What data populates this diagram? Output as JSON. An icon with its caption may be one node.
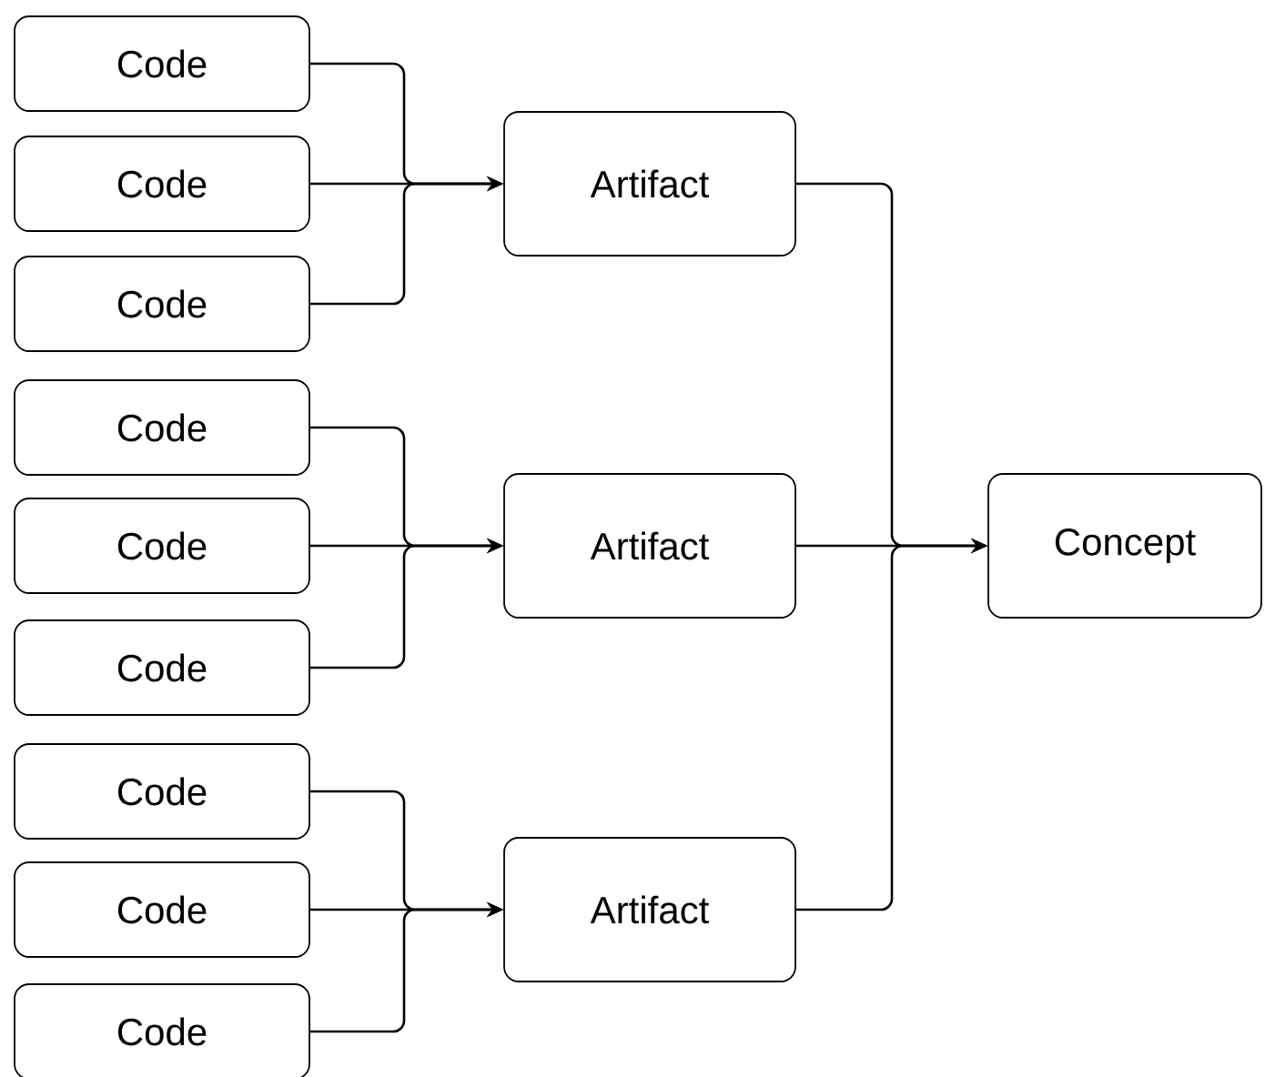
{
  "diagram": {
    "nodes": [
      {
        "text": [
          "Code"
        ]
      },
      {
        "text": [
          "Code"
        ]
      },
      {
        "text": [
          "Code"
        ]
      },
      {
        "text": [
          "Code"
        ]
      },
      {
        "text": [
          "Code"
        ]
      },
      {
        "text": [
          "Code"
        ]
      },
      {
        "text": [
          "Code"
        ]
      },
      {
        "text": [
          "Code"
        ]
      },
      {
        "text": [
          "Code"
        ]
      },
      {
        "text": [
          "Artifact"
        ]
      },
      {
        "text": [
          "Artifact"
        ]
      },
      {
        "text": [
          "Artifact"
        ]
      },
      {
        "text": [
          "Concept"
        ]
      }
    ],
    "edges": [
      {
        "from": 0,
        "to": 9,
        "arrow": "to"
      },
      {
        "from": 1,
        "to": 9,
        "arrow": "to"
      },
      {
        "from": 2,
        "to": 9,
        "arrow": "to"
      },
      {
        "from": 3,
        "to": 10,
        "arrow": "to"
      },
      {
        "from": 4,
        "to": 10,
        "arrow": "to"
      },
      {
        "from": 5,
        "to": 10,
        "arrow": "to"
      },
      {
        "from": 6,
        "to": 11,
        "arrow": "to"
      },
      {
        "from": 7,
        "to": 11,
        "arrow": "to"
      },
      {
        "from": 8,
        "to": 11,
        "arrow": "to"
      },
      {
        "from": 9,
        "to": 12,
        "arrow": "to"
      },
      {
        "from": 10,
        "to": 12,
        "arrow": "to"
      },
      {
        "from": 11,
        "to": 12,
        "arrow": "to"
      }
    ]
  }
}
